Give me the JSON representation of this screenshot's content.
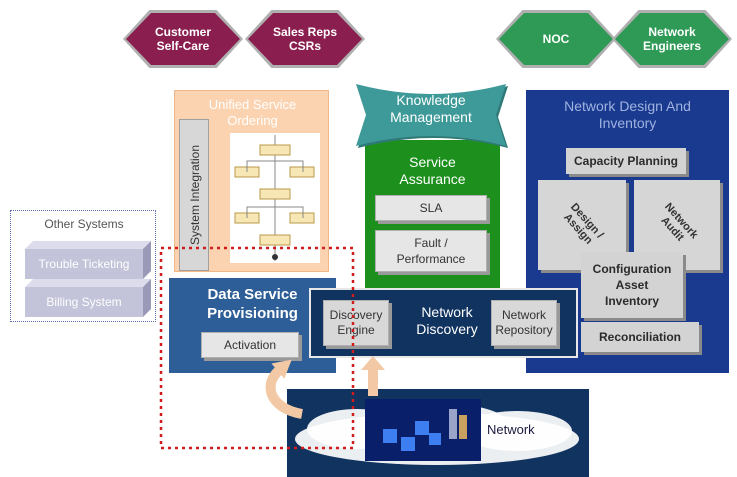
{
  "roles": {
    "customer_self_care": "Customer\nSelf-Care",
    "sales_reps": "Sales Reps\nCSRs",
    "noc": "NOC",
    "network_engineers": "Network\nEngineers"
  },
  "knowledge_management": "Knowledge\nManagement",
  "unified_ordering": {
    "title": "Unified Service\nOrdering",
    "system_integration": "System Integration"
  },
  "service_assurance": {
    "title": "Service\nAssurance",
    "sla": "SLA",
    "fault": "Fault /\nPerformance"
  },
  "network_design": {
    "title": "Network Design And\nInventory",
    "capacity_planning": "Capacity Planning",
    "design_assign": "Design /\nAssign",
    "network_audit": "Network\nAudit",
    "configuration_inventory": "Configuration\nAsset\nInventory",
    "reconciliation": "Reconciliation"
  },
  "other_systems": {
    "title": "Other Systems",
    "trouble_ticketing": "Trouble Ticketing",
    "billing_system": "Billing System"
  },
  "data_service_provisioning": {
    "title": "Data Service\nProvisioning",
    "activation": "Activation"
  },
  "network_discovery": {
    "discovery_engine": "Discovery\nEngine",
    "title": "Network\nDiscovery",
    "network_repository": "Network\nRepository"
  },
  "network_cloud_label": "Network",
  "colors": {
    "role_purple": "#8a1f4f",
    "role_green": "#2f9a55",
    "knowledge_teal": "#3e8f8e",
    "ordering_peach": "#fbd3b0",
    "assurance_green": "#1c8f1c",
    "design_navy": "#1a3a8f",
    "provisioning_blue": "#2e5e97",
    "discovery_navy": "#11335f",
    "dotted_red": "#d01c1c",
    "arrow_peach": "#f2c9a4"
  }
}
